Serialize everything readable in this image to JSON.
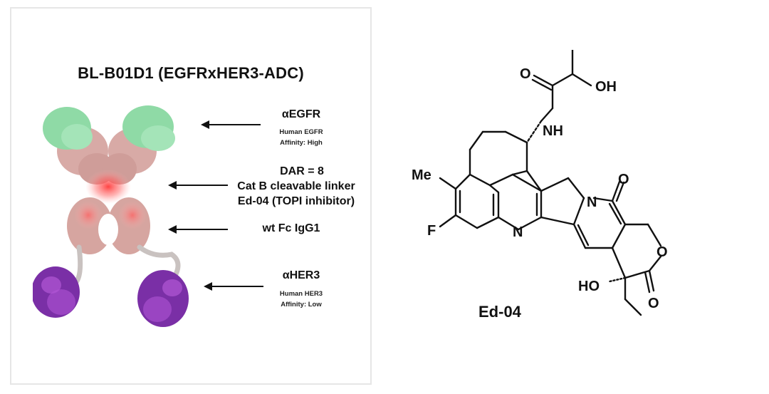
{
  "diagram": {
    "title": "BL-B01D1 (EGFRxHER3-ADC)",
    "labels": {
      "egfr": {
        "name": "αEGFR",
        "line1": "Human EGFR",
        "line2": "Affinity:  High"
      },
      "payload": {
        "line1": "DAR = 8",
        "line2": "Cat B cleavable linker",
        "line3": "Ed-04 (TOPI inhibitor)"
      },
      "fc": {
        "name": "wt Fc IgG1"
      },
      "her3": {
        "name": "αHER3",
        "line1": "Human HER3",
        "line2": "Affinity:  Low"
      }
    },
    "colors": {
      "egfr_domain": "#8fd9a8",
      "antibody_body": "#d9a8a4",
      "linker_glow": "#ff4a4a",
      "her3_domain": "#7a2fa6",
      "arrow": "#111111"
    }
  },
  "molecule": {
    "name": "Ed-04",
    "atoms": {
      "me": "Me",
      "f": "F",
      "n_ring": "N",
      "n_lactam": "N",
      "nh": "NH",
      "oh_top": "OH",
      "ho": "HO",
      "o1": "O",
      "o2": "O",
      "o3": "O",
      "o4": "O"
    }
  }
}
